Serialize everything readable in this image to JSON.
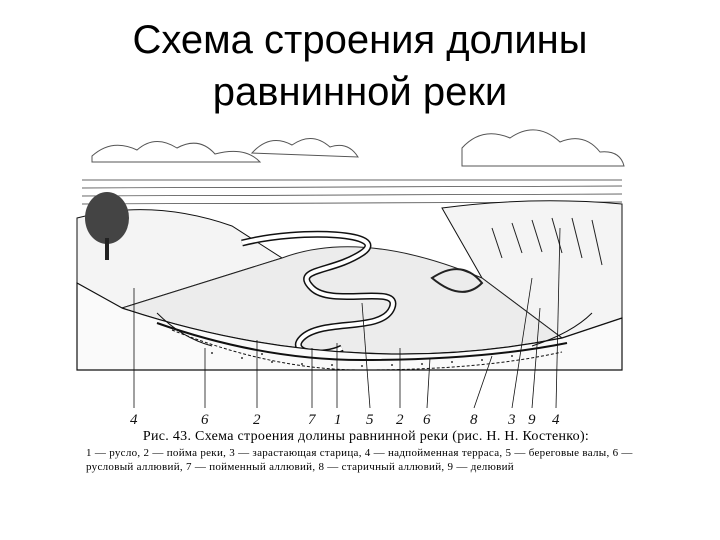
{
  "slide": {
    "title_line1": "Схема строения долины",
    "title_line2": "равнинной реки"
  },
  "figure": {
    "callout_numbers": [
      "4",
      "6",
      "2",
      "7",
      "1",
      "5",
      "2",
      "6",
      "8",
      "3",
      "9",
      "4"
    ],
    "caption_title": "Рис. 43. Схема строения долины равнинной реки (рис. Н. Н. Костенко):",
    "caption_body": "1 — русло, 2 — пойма реки, 3 — зарастающая старица, 4 — надпойменная терраса, 5 — береговые валы, 6 — русловый аллювий, 7 — пойменный аллювий, 8 — старичный аллювий, 9 — делювий"
  }
}
